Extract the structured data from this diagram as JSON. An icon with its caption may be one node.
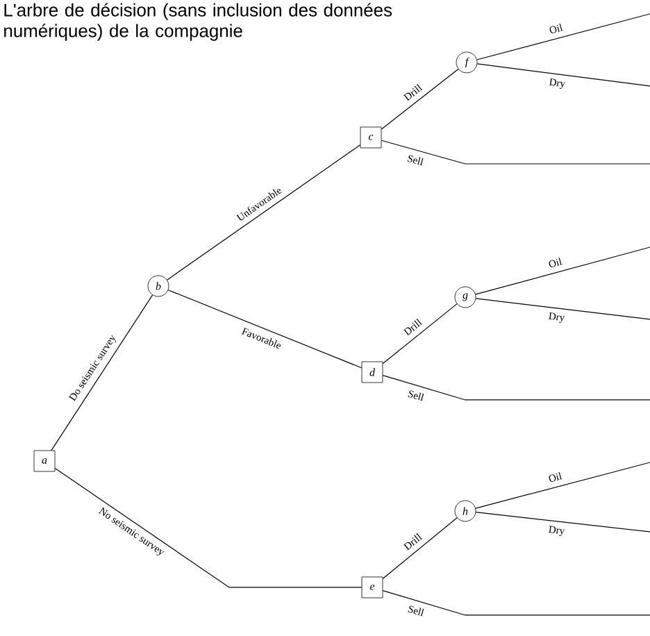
{
  "diagram": {
    "title": "L'arbre de décision (sans inclusion des données numériques) de la compagnie",
    "nodes": [
      {
        "text": [
          "a"
        ]
      },
      {
        "text": [
          "b"
        ]
      },
      {
        "text": [
          "c"
        ]
      },
      {
        "text": [
          "d"
        ]
      },
      {
        "text": [
          "e"
        ]
      },
      {
        "text": [
          "f"
        ]
      },
      {
        "text": [
          "g"
        ]
      },
      {
        "text": [
          "h"
        ]
      }
    ],
    "edges": [
      {
        "from": 0,
        "to": 1,
        "arrow": "none",
        "label": "Do seismic survey"
      },
      {
        "from": 0,
        "to": 4,
        "arrow": "none",
        "label": "No seismic survey"
      },
      {
        "from": 1,
        "to": 2,
        "arrow": "none",
        "label": "Unfavorable"
      },
      {
        "from": 1,
        "to": 3,
        "arrow": "none",
        "label": "Favorable"
      },
      {
        "from": 2,
        "to": 5,
        "arrow": "none",
        "label": "Drill"
      },
      {
        "from": 2,
        "to": null,
        "arrow": "none",
        "label": "Sell"
      },
      {
        "from": 3,
        "to": 6,
        "arrow": "none",
        "label": "Drill"
      },
      {
        "from": 3,
        "to": null,
        "arrow": "none",
        "label": "Sell"
      },
      {
        "from": 4,
        "to": 7,
        "arrow": "none",
        "label": "Drill"
      },
      {
        "from": 4,
        "to": null,
        "arrow": "none",
        "label": "Sell"
      },
      {
        "from": 5,
        "to": null,
        "arrow": "none",
        "label": "Oil"
      },
      {
        "from": 5,
        "to": null,
        "arrow": "none",
        "label": "Dry"
      },
      {
        "from": 6,
        "to": null,
        "arrow": "none",
        "label": "Oil"
      },
      {
        "from": 6,
        "to": null,
        "arrow": "none",
        "label": "Dry"
      },
      {
        "from": 7,
        "to": null,
        "arrow": "none",
        "label": "Oil"
      },
      {
        "from": 7,
        "to": null,
        "arrow": "none",
        "label": "Dry"
      }
    ]
  }
}
